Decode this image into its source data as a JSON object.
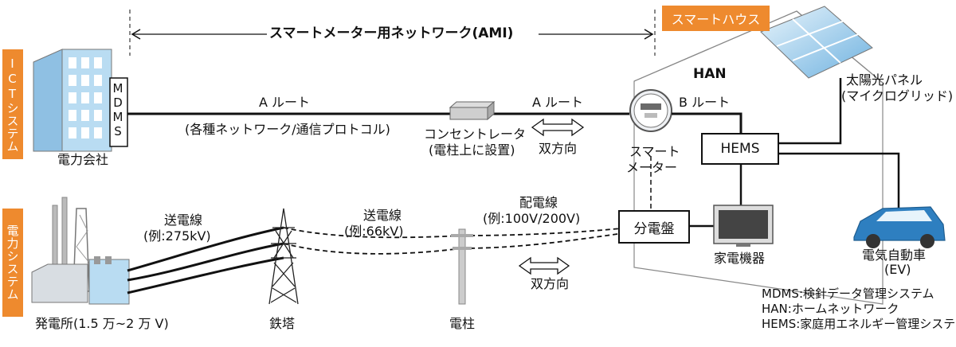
{
  "side_tabs": {
    "ict": "ICTシステム",
    "power": "電力システム"
  },
  "ami_label": "スマートメーター用ネットワーク(AMI)",
  "smart_house_label": "スマートハウス",
  "han_label": "HAN",
  "utility": {
    "mdms": "MDMS",
    "name": "電力会社"
  },
  "route_a_left": "A ルート",
  "route_a_left_note": "(各種ネットワーク/通信プロトコル)",
  "concentrator": {
    "line1": "コンセントレータ",
    "line2": "(電柱上に設置)"
  },
  "route_a_right": "A ルート",
  "route_b": "B ルート",
  "bidirectional_top": "双方向",
  "bidirectional_bottom": "双方向",
  "smart_meter": {
    "line1": "スマート",
    "line2": "メーター"
  },
  "hems": "HEMS",
  "solar": {
    "line1": "太陽光パネル",
    "line2": "(マイクログリッド)"
  },
  "distribution_board": "分電盤",
  "appliances": "家電機器",
  "ev": {
    "line1": "電気自動車",
    "line2": "(EV)"
  },
  "power_plant": "発電所(1.5 万~2 万 V)",
  "transmission1": {
    "line1": "送電線",
    "line2": "(例:275kV)"
  },
  "tower": "鉄塔",
  "transmission2": {
    "line1": "送電線",
    "line2": "(例:66kV)"
  },
  "pole": "電柱",
  "distribution_line": {
    "line1": "配電線",
    "line2": "(例:100V/200V)"
  },
  "glossary": [
    "MDMS:検針データ管理システム",
    "HAN:ホームネットワーク",
    "HEMS:家庭用エネルギー管理システム"
  ],
  "colors": {
    "orange": "#ee8a2e",
    "building": "#b9dcf2",
    "ev": "#2e7fc0"
  }
}
